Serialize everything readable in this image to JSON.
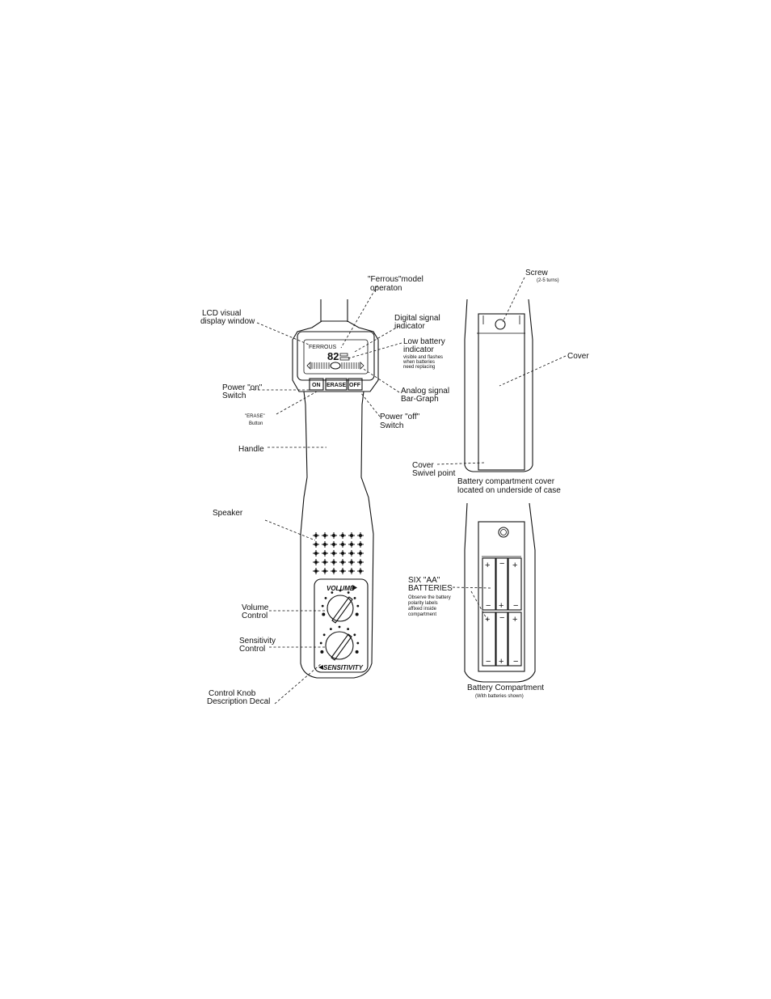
{
  "labels": {
    "ferrous_model": [
      "\"Ferrous\"model",
      "operaton"
    ],
    "lcd_window": [
      "LCD visual",
      "display window"
    ],
    "digital_signal": [
      "Digital signal",
      "indicator"
    ],
    "low_battery": [
      "Low battery",
      "indicator"
    ],
    "low_battery_note": [
      "visible and flashes",
      "when batteries",
      "need replacing"
    ],
    "analog_signal": [
      "Analog signal",
      "Bar-Graph"
    ],
    "power_on": [
      "Power \"on\"",
      "Switch"
    ],
    "erase_button": [
      "\"ERASE\"",
      "Button"
    ],
    "power_off": [
      "Power \"off\"",
      "Switch"
    ],
    "handle": "Handle",
    "speaker": "Speaker",
    "volume_control": [
      "Volume",
      "Control"
    ],
    "sensitivity_control": [
      "Sensitivity",
      "Control"
    ],
    "decal": [
      "Control Knob",
      "Description Decal"
    ],
    "screw": "Screw",
    "screw_note": "(2-5 turns)",
    "cover": "Cover",
    "cover_swivel": [
      "Cover",
      "Swivel point"
    ],
    "battery_cover_caption": [
      "Battery compartment cover",
      "located on underside of case"
    ],
    "batteries": [
      "SIX \"AA\"",
      "BATTERIES"
    ],
    "batteries_note": [
      "Observe the battery",
      "polarity labels",
      "affixed inside",
      "compartment"
    ],
    "battery_compartment_caption": "Battery Compartment",
    "battery_compartment_note": "(With batteries shown)"
  },
  "device": {
    "lcd_mode": "FERROUS",
    "lcd_digits": "82",
    "buttons": [
      "ON",
      "ERASE",
      "OFF"
    ],
    "decal_volume": "VOLUME",
    "decal_sensitivity": "SENSITIVITY"
  },
  "battery_polarity": {
    "top_row": [
      "+",
      "−",
      "+"
    ],
    "top_row_bottom": [
      "−",
      "+",
      "−"
    ],
    "bottom_row": [
      "+",
      "−",
      "+"
    ],
    "bottom_row_bottom": [
      "−",
      "+",
      "−"
    ]
  }
}
